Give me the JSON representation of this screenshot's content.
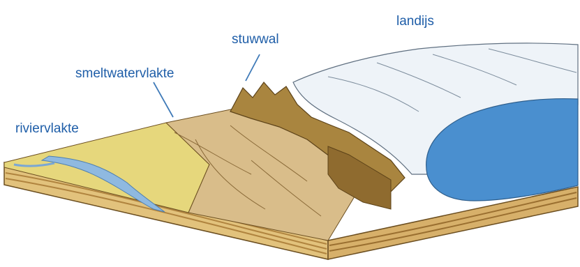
{
  "labels": {
    "landijs": "landijs",
    "stuwwal": "stuwwal",
    "smeltwatervlakte": "smeltwatervlakte",
    "riviervlakte": "riviervlakte"
  },
  "colors": {
    "label_text": "#1f5ea8",
    "leader_line": "#3f7ab8",
    "ice_surface": "#eef3f8",
    "ice_front": "#4a8fcf",
    "outwash_plain": "#d9bd8a",
    "push_moraine": "#a9853f",
    "river_plain": "#e6d77c",
    "river_water": "#8fb9e0",
    "block_side": "#e2c27c",
    "strata_dark": "#b0843f"
  }
}
